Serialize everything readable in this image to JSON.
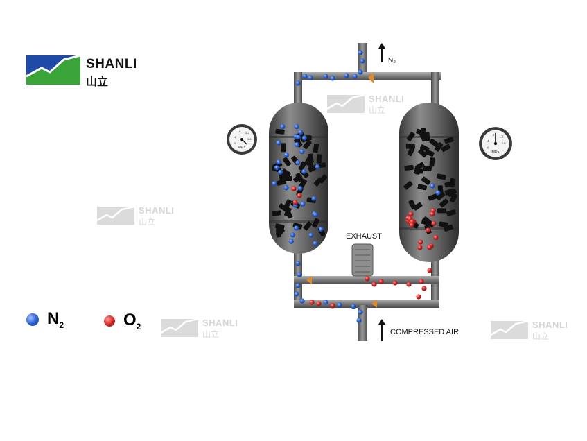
{
  "brand": {
    "name_en": "SHANLI",
    "name_cn": "山立",
    "colors": {
      "blue": "#1f4aa8",
      "green": "#3aa43a"
    }
  },
  "watermarks": [
    {
      "name_en": "SHANLI",
      "name_cn": "山立"
    },
    {
      "name_en": "SHANLI",
      "name_cn": "山立"
    },
    {
      "name_en": "SHANLI",
      "name_cn": "山立"
    },
    {
      "name_en": "SHANLI",
      "name_cn": "山立"
    }
  ],
  "legend": [
    {
      "symbol": "N",
      "subscript": "2",
      "color": "#2f64d6"
    },
    {
      "symbol": "O",
      "subscript": "2",
      "color": "#d72a2a"
    }
  ],
  "labels": {
    "n2_outlet": "N₂",
    "exhaust": "EXHAUST",
    "inlet": "COMPRESSED AIR"
  },
  "gauges": [
    {
      "scale": [
        "0",
        ".4",
        ".8",
        "1.2",
        "1.6"
      ],
      "unit": "MPa"
    },
    {
      "scale": [
        "0",
        ".4",
        ".8",
        "1.2",
        "1.6"
      ],
      "unit": "MPa"
    }
  ],
  "colors": {
    "pipe": "#7a7a7a",
    "tank": "#5a5a5a",
    "arrow": "#e08a2a"
  }
}
